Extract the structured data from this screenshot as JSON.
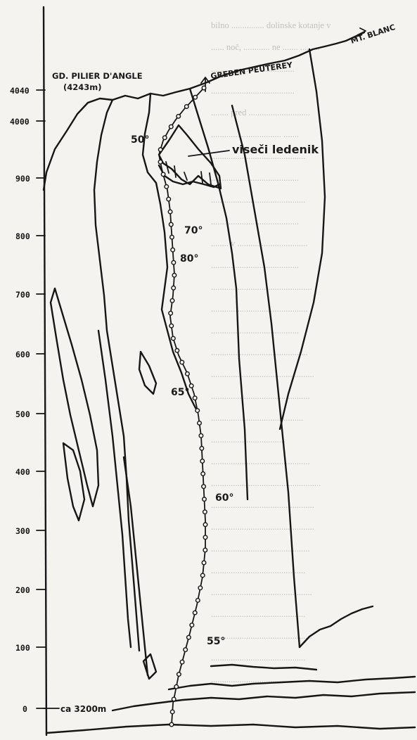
{
  "labels": {
    "pillar": "GD. PILIER D'ANGLE",
    "pillar_height": "(4243m)",
    "greben": "GREBEN PEUTEREY",
    "blanc": "MT. BLANC",
    "ledenik": "viseči ledenik",
    "deg50": "50°",
    "deg70": "70°",
    "deg80": "80°",
    "deg65": "65°",
    "deg60": "60°",
    "deg55": "55°",
    "base": "ca 3200m"
  },
  "axis_ticks": [
    "4040",
    "4000",
    "900",
    "800",
    "700",
    "600",
    "500",
    "400",
    "300",
    "200",
    "100",
    "0"
  ],
  "background_lines": [
    "bilno ............... dolinske kotanje v",
    "...... noč, ............ ne ....... .........",
    "......................................",
    "......................................",
    "........ pred ............................",
    "................................ .......",
    "...........................................",
    "........................................",
    "...........................................",
    "........................................",
    "........ v ................................",
    "........................................",
    "..............................................",
    "............................................",
    "........................................",
    "............................................",
    "...............................................",
    ".............................................",
    "..........................................",
    "..................................",
    ".............................................",
    "..................................................",
    "...............................................",
    "...............................................",
    ".............................................",
    "...........................................",
    "..............................................",
    "...........................................",
    "..............................................",
    "...........................................",
    "........................................"
  ]
}
